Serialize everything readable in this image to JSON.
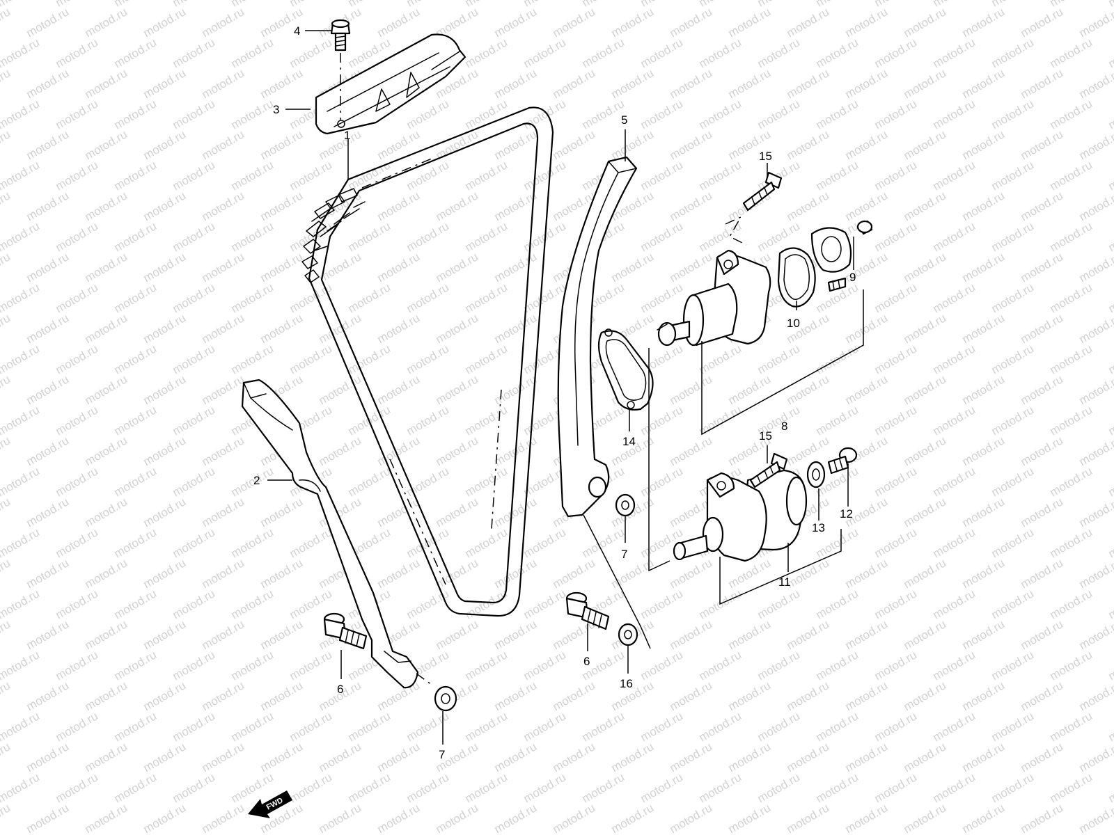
{
  "watermark": "motod.ru",
  "fwd_label": "FWD",
  "callouts": [
    {
      "id": "c1",
      "text": "1"
    },
    {
      "id": "c2",
      "text": "2"
    },
    {
      "id": "c3",
      "text": "3"
    },
    {
      "id": "c4",
      "text": "4"
    },
    {
      "id": "c5",
      "text": "5"
    },
    {
      "id": "c6a",
      "text": "6"
    },
    {
      "id": "c6b",
      "text": "6"
    },
    {
      "id": "c7a",
      "text": "7"
    },
    {
      "id": "c7b",
      "text": "7"
    },
    {
      "id": "c8",
      "text": "8"
    },
    {
      "id": "c9",
      "text": "9"
    },
    {
      "id": "c10",
      "text": "10"
    },
    {
      "id": "c11",
      "text": "11"
    },
    {
      "id": "c12",
      "text": "12"
    },
    {
      "id": "c13",
      "text": "13"
    },
    {
      "id": "c14",
      "text": "14"
    },
    {
      "id": "c15a",
      "text": "15"
    },
    {
      "id": "c15b",
      "text": "15"
    },
    {
      "id": "c16",
      "text": "16"
    }
  ],
  "colors": {
    "line": "#000000",
    "watermark": "#d2d2d2",
    "background": "#ffffff"
  }
}
